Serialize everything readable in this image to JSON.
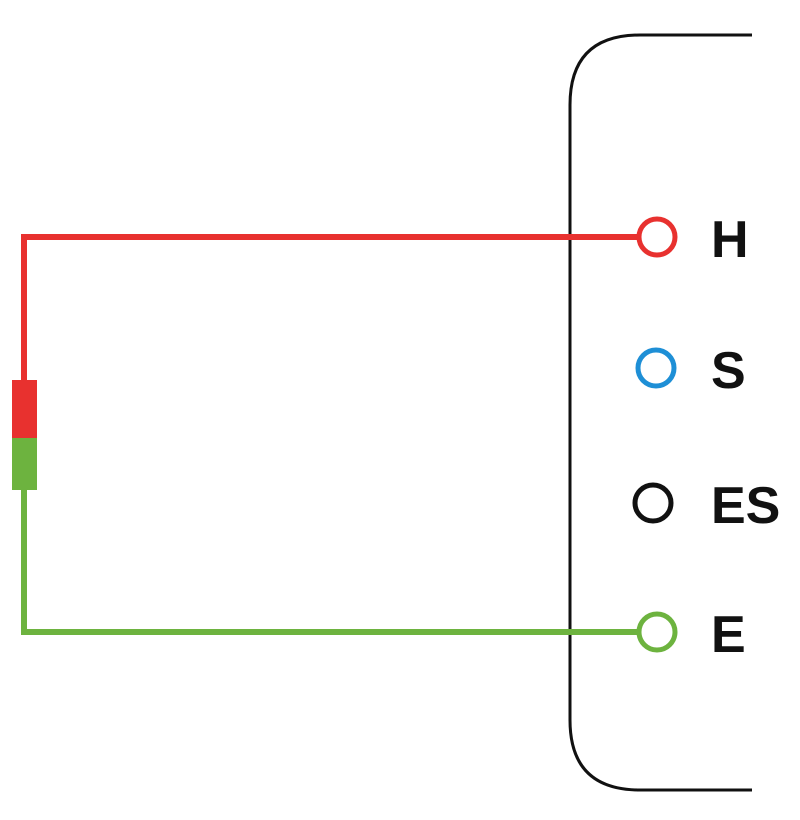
{
  "terminals": [
    {
      "id": "h",
      "label": "H",
      "color": "#e8312f"
    },
    {
      "id": "s",
      "label": "S",
      "color": "#1e8fd6"
    },
    {
      "id": "es",
      "label": "ES",
      "color": "#111111"
    },
    {
      "id": "e",
      "label": "E",
      "color": "#6db33f"
    }
  ],
  "wires": {
    "h_color": "#e8312f",
    "e_color": "#6db33f",
    "box_outline_color": "#111111"
  },
  "probe": {
    "upper_color": "#e8312f",
    "lower_color": "#6db33f"
  }
}
